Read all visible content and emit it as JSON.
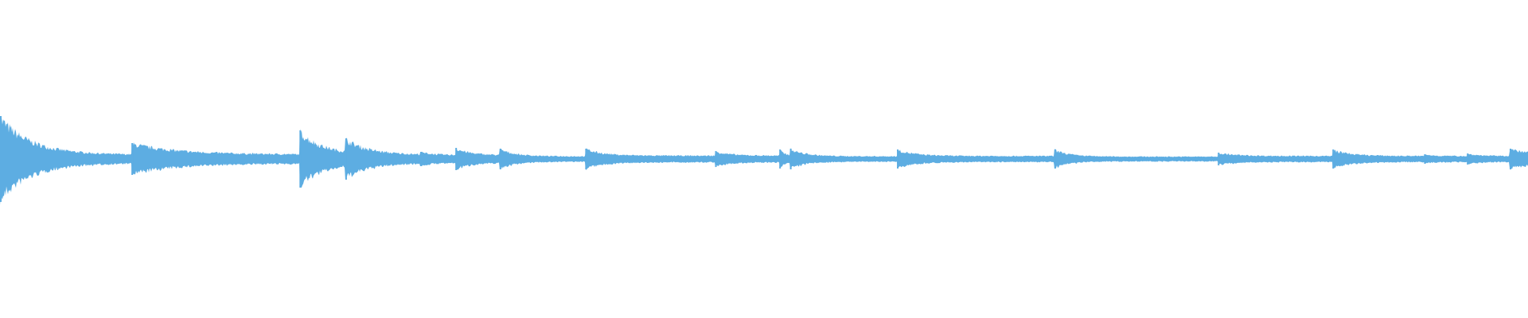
{
  "chart_data": {
    "type": "area",
    "kind": "audio-waveform",
    "color": "#5dade2",
    "background": "#ffffff",
    "grid": false,
    "axes_visible": false,
    "time_range": [
      0,
      1
    ],
    "amplitude_range": [
      -1,
      1
    ],
    "noise_floor": 0.02,
    "onsets": [
      {
        "t": 0.0,
        "peak": 0.27,
        "decay": 0.02,
        "sustain": 0.028
      },
      {
        "t": 0.086,
        "peak": 0.1,
        "decay": 0.03,
        "sustain": 0.03
      },
      {
        "t": 0.196,
        "peak": 0.18,
        "decay": 0.015,
        "sustain": 0.03
      },
      {
        "t": 0.226,
        "peak": 0.13,
        "decay": 0.015,
        "sustain": 0.028
      },
      {
        "t": 0.275,
        "peak": 0.045,
        "decay": 0.01,
        "sustain": 0.025
      },
      {
        "t": 0.298,
        "peak": 0.07,
        "decay": 0.01,
        "sustain": 0.025
      },
      {
        "t": 0.327,
        "peak": 0.065,
        "decay": 0.01,
        "sustain": 0.018
      },
      {
        "t": 0.383,
        "peak": 0.065,
        "decay": 0.012,
        "sustain": 0.022
      },
      {
        "t": 0.468,
        "peak": 0.05,
        "decay": 0.01,
        "sustain": 0.022
      },
      {
        "t": 0.51,
        "peak": 0.06,
        "decay": 0.004,
        "sustain": 0.022
      },
      {
        "t": 0.517,
        "peak": 0.065,
        "decay": 0.01,
        "sustain": 0.018
      },
      {
        "t": 0.587,
        "peak": 0.06,
        "decay": 0.012,
        "sustain": 0.02
      },
      {
        "t": 0.69,
        "peak": 0.06,
        "decay": 0.01,
        "sustain": 0.016
      },
      {
        "t": 0.797,
        "peak": 0.04,
        "decay": 0.012,
        "sustain": 0.02
      },
      {
        "t": 0.872,
        "peak": 0.06,
        "decay": 0.012,
        "sustain": 0.02
      },
      {
        "t": 0.932,
        "peak": 0.03,
        "decay": 0.006,
        "sustain": 0.02
      },
      {
        "t": 0.96,
        "peak": 0.035,
        "decay": 0.008,
        "sustain": 0.02
      },
      {
        "t": 0.988,
        "peak": 0.065,
        "decay": 0.01,
        "sustain": 0.035
      }
    ]
  }
}
